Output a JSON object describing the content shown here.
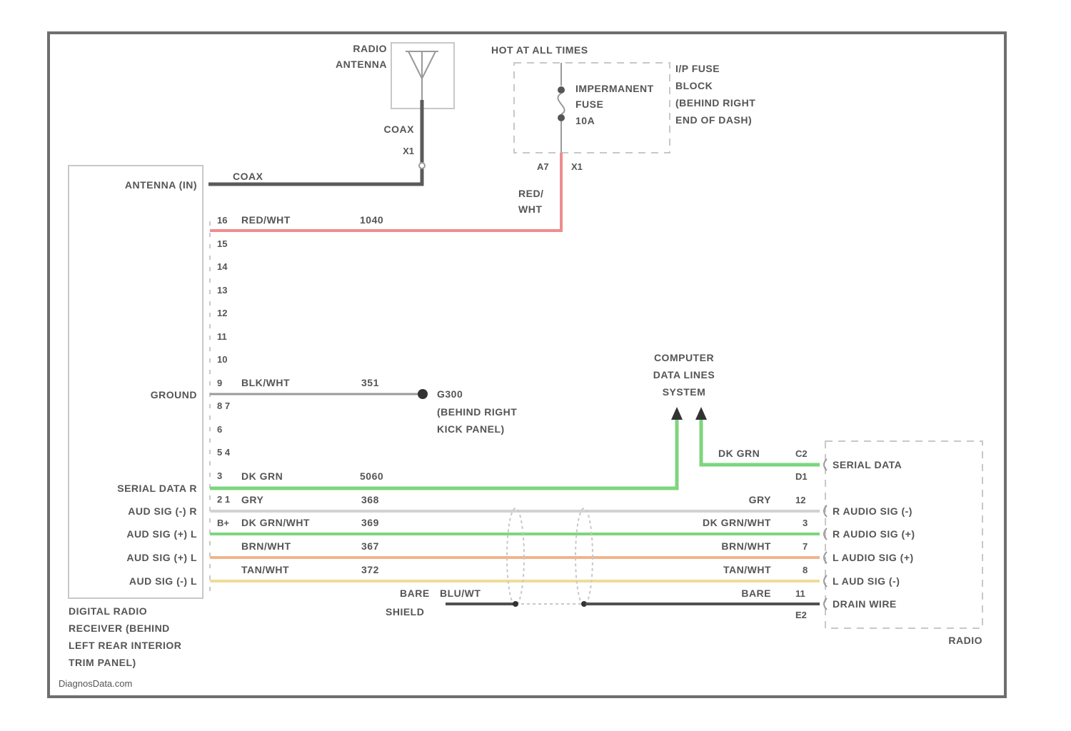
{
  "colors": {
    "frame": "#6e6e6e",
    "box": "#c8c8c8",
    "text": "#555555",
    "coax": "#5a5a5a",
    "red_wht": "#f08c8c",
    "gry": "#d2d2d2",
    "dk_grn": "#7dd67d",
    "brn_wht": "#f0b48c",
    "tan_wht": "#f0dc96",
    "bare": "#505050",
    "ground": "#9a9a9a"
  },
  "antenna": {
    "line1": "RADIO",
    "line2": "ANTENNA",
    "coax_label": "COAX",
    "connector": "X1"
  },
  "fuse": {
    "header": "HOT AT ALL TIMES",
    "name_line1": "IMPERMANENT",
    "name_line2": "FUSE",
    "rating": "10A",
    "block_line1": "I/P FUSE",
    "block_line2": "BLOCK",
    "block_line3": "(BEHIND RIGHT",
    "block_line4": "END OF DASH)",
    "pin_left": "A7",
    "pin_right": "X1",
    "wire_color_line1": "RED/",
    "wire_color_line2": "WHT"
  },
  "receiver": {
    "antenna_in": "ANTENNA (IN)",
    "coax_label": "COAX",
    "ground": "GROUND",
    "serial_data": "SERIAL DATA R",
    "aud1": "AUD SIG (-) R",
    "aud2": "AUD SIG (+) L",
    "aud3": "AUD SIG (+) L",
    "aud4": "AUD SIG (-) L",
    "pins": [
      "16",
      "15",
      "14",
      "13",
      "12",
      "11",
      "10",
      "9",
      "8 7",
      "6",
      "5 4",
      "3",
      "2 1",
      "B+"
    ],
    "name_line1": "DIGITAL RADIO",
    "name_line2": "RECEIVER (BEHIND",
    "name_line3": "LEFT REAR INTERIOR",
    "name_line4": "TRIM PANEL)"
  },
  "wires": {
    "red_wht": {
      "color": "RED/WHT",
      "circuit": "1040"
    },
    "ground": {
      "color": "BLK/WHT",
      "circuit": "351"
    },
    "serial": {
      "color": "DK GRN",
      "circuit": "5060"
    },
    "gry": {
      "color": "GRY",
      "circuit": "368"
    },
    "dk_grn_wht": {
      "color": "DK GRN/WHT",
      "circuit": "369"
    },
    "brn_wht": {
      "color": "BRN/WHT",
      "circuit": "367"
    },
    "tan_wht": {
      "color": "TAN/WHT",
      "circuit": "372"
    },
    "shield": {
      "left": "BARE",
      "drain": "BLU/WT",
      "shield": "SHIELD"
    }
  },
  "ground_point": {
    "line1": "G300",
    "line2": "(BEHIND RIGHT",
    "line3": "KICK PANEL)"
  },
  "computer": {
    "line1": "COMPUTER",
    "line2": "DATA LINES",
    "line3": "SYSTEM"
  },
  "radio": {
    "pins_right": [
      "C2",
      "D1",
      "12",
      "3",
      "7",
      "8",
      "11",
      "E2"
    ],
    "colors_right": [
      "DK GRN",
      "GRY",
      "DK GRN/WHT",
      "BRN/WHT",
      "TAN/WHT",
      "BARE"
    ],
    "serial": "SERIAL DATA",
    "r_minus": "R AUDIO SIG (-)",
    "r_plus": "R AUDIO SIG (+)",
    "l_plus": "L AUDIO SIG (+)",
    "l_minus": "L AUD SIG (-)",
    "drain": "DRAIN WIRE",
    "name": "RADIO"
  },
  "watermark": "DiagnosData.com"
}
